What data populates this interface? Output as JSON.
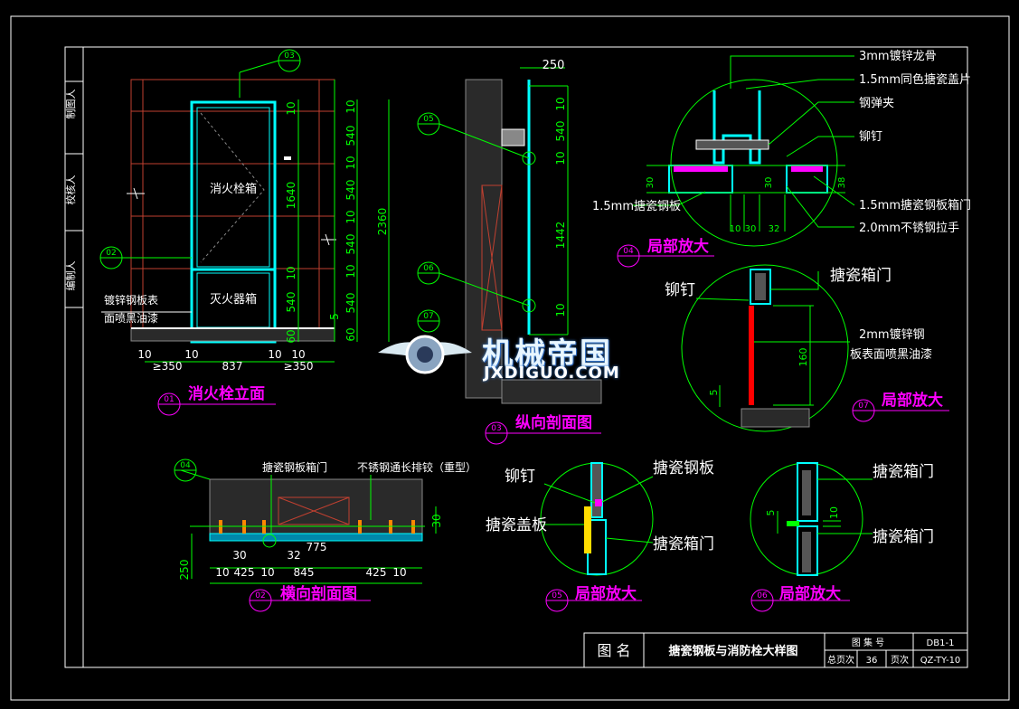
{
  "sheet": {
    "tb_label": "图 名",
    "tb_title": "搪瓷钢板与消防栓大样图",
    "tb_atlas_label": "图 集 号",
    "tb_atlas_no": "DB1-1",
    "tb_total_label": "总页次",
    "tb_total": "36",
    "tb_page_label": "页次",
    "tb_page": "QZ-TY-10",
    "side_1": "制图人",
    "side_2": "校核人",
    "side_3": "编制人"
  },
  "view01": {
    "title": "消火栓立面",
    "num": "01",
    "cabinet": "消火栓箱",
    "extinguisher": "灭火器箱",
    "note1": "镀锌钢板表",
    "note2": "面喷黑油漆",
    "tag02": "02",
    "tag03": "03",
    "dims_right": [
      "10",
      "540",
      "10",
      "540",
      "10",
      "540",
      "10",
      "5",
      "60"
    ],
    "dim_1640": "1640",
    "dim_2360": "2360",
    "dims_bottom": [
      "10",
      "≥350",
      "837",
      "10",
      "10",
      "≥350"
    ]
  },
  "view03": {
    "title": "纵向剖面图",
    "num": "03",
    "dim_250": "250",
    "dims": [
      "10",
      "540",
      "10",
      "1442",
      "10"
    ],
    "tag05": "05",
    "tag06": "06",
    "tag07": "07"
  },
  "view04": {
    "num": "04",
    "t1": "3mm镀锌龙骨",
    "t2": "1.5mm同色搪瓷盖片",
    "t3": "钢弹夹",
    "t4": "铆钉",
    "t5": "1.5mm搪瓷钢板",
    "t6": "1.5mm搪瓷钢板箱门",
    "t7": "2.0mm不锈钢拉手",
    "title": "局部放大",
    "dims": [
      "30",
      "30",
      "38",
      "10",
      "30",
      "32"
    ]
  },
  "view07": {
    "num": "07",
    "t1": "搪瓷箱门",
    "t2": "铆钉",
    "t3": "2mm镀锌钢",
    "t4": "板表面喷黑油漆",
    "title": "局部放大",
    "dims": [
      "160",
      "5"
    ]
  },
  "view02": {
    "title": "横向剖面图",
    "num": "02",
    "tag04": "04",
    "t1": "搪瓷钢板箱门",
    "t2": "不锈钢通长排铰（重型）",
    "dims": [
      "30",
      "775",
      "30",
      "32",
      "250",
      "10",
      "425",
      "10",
      "845",
      "425",
      "10"
    ]
  },
  "view05": {
    "num": "05",
    "t1": "搪瓷钢板",
    "t2": "铆钉",
    "t3": "搪瓷盖板",
    "t4": "搪瓷箱门",
    "title": "局部放大"
  },
  "view06": {
    "num": "06",
    "t1": "搪瓷箱门",
    "t2": "搪瓷箱门",
    "title": "局部放大",
    "dims": [
      "5",
      "10"
    ]
  },
  "watermark": {
    "cn": "机械帝国",
    "en": "JXDIGUO.COM"
  },
  "colors": {
    "frame": "#ffffff",
    "dim": "#00ff00",
    "cyan": "#00ffff",
    "title": "#ff00ff",
    "red": "#ff0000",
    "text": "#ffffff"
  }
}
